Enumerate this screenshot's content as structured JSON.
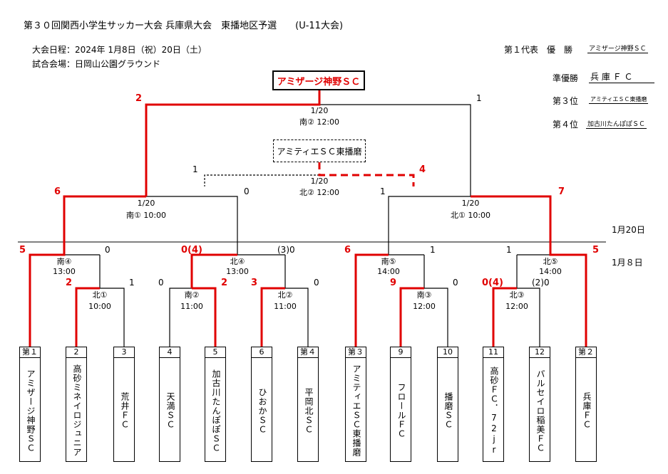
{
  "title": "第３０回関西小学生サッカー大会 兵庫県大会　東播地区予選　　(U-11大会)",
  "info": {
    "dates": "大会日程：2024年 1月8日（祝）20日（土）",
    "venue": "試合会場：日岡山公園グラウンド"
  },
  "results": {
    "rep1_label": "第１代表　優　勝",
    "rep1_value": "アミザージ神野ＳＣ",
    "runner_label": "準優勝",
    "runner_value": "兵 庫 Ｆ Ｃ",
    "third_label": "第３位",
    "third_value": "アミティエＳＣ東播磨",
    "fourth_label": "第４位",
    "fourth_value": "加古川たんぽぽＳＣ"
  },
  "champion": "アミザージ神野ＳＣ",
  "third_place_winner": "アミティエＳＣ東播磨",
  "day_labels": {
    "day2": "1月20日",
    "day1": "1月８日"
  },
  "matches": {
    "final": {
      "date": "1/20",
      "name": "南②  12:00",
      "left": "2",
      "right": "1"
    },
    "third": {
      "date": "1/20",
      "name": "北②  12:00",
      "left": "1",
      "right": "4"
    },
    "sf_south": {
      "date": "1/20",
      "name": "南①  10:00",
      "left": "6",
      "right": "0"
    },
    "sf_north": {
      "date": "1/20",
      "name": "北①  10:00",
      "left": "1",
      "right": "7"
    },
    "s4": {
      "name": "南④",
      "time": "13:00",
      "left": "5",
      "right": "0"
    },
    "n4": {
      "name": "北④",
      "time": "13:00",
      "left": "0(4)",
      "right": "(3)0"
    },
    "s5": {
      "name": "南⑤",
      "time": "14:00",
      "left": "6",
      "right": "1"
    },
    "n5": {
      "name": "北⑤",
      "time": "14:00",
      "left": "1",
      "right": "5"
    },
    "n1": {
      "name": "北①",
      "time": "10:00",
      "left": "2",
      "right": "1"
    },
    "s2": {
      "name": "南②",
      "time": "11:00",
      "left": "0",
      "right": "2"
    },
    "n2": {
      "name": "北②",
      "time": "11:00",
      "left": "3",
      "right": "0"
    },
    "s3": {
      "name": "南③",
      "time": "12:00",
      "left": "9",
      "right": "0"
    },
    "n3": {
      "name": "北③",
      "time": "12:00",
      "left": "0(4)",
      "right": "(2)0"
    }
  },
  "teams": [
    {
      "seed": "第１",
      "name": "アミザージ神野ＳＣ"
    },
    {
      "seed": "2",
      "name": "高砂ミネイロジュニア"
    },
    {
      "seed": "3",
      "name": "荒井ＦＣ"
    },
    {
      "seed": "4",
      "name": "天満ＳＣ"
    },
    {
      "seed": "5",
      "name": "加古川たんぽぽＳＣ"
    },
    {
      "seed": "6",
      "name": "ひおかＳＣ"
    },
    {
      "seed": "第４",
      "name": "平岡北ＳＣ"
    },
    {
      "seed": "第３",
      "name": "アミティエＳＣ東播磨"
    },
    {
      "seed": "9",
      "name": "フロールＦＣ"
    },
    {
      "seed": "10",
      "name": "播磨ＳＣ"
    },
    {
      "seed": "11",
      "name": "高砂ＦＣ．72jr"
    },
    {
      "seed": "12",
      "name": "パルセイロ稲美ＦＣ"
    },
    {
      "seed": "第２",
      "name": "兵庫ＦＣ"
    }
  ],
  "colors": {
    "winner_line": "#e00000",
    "loser_line": "#000000"
  }
}
